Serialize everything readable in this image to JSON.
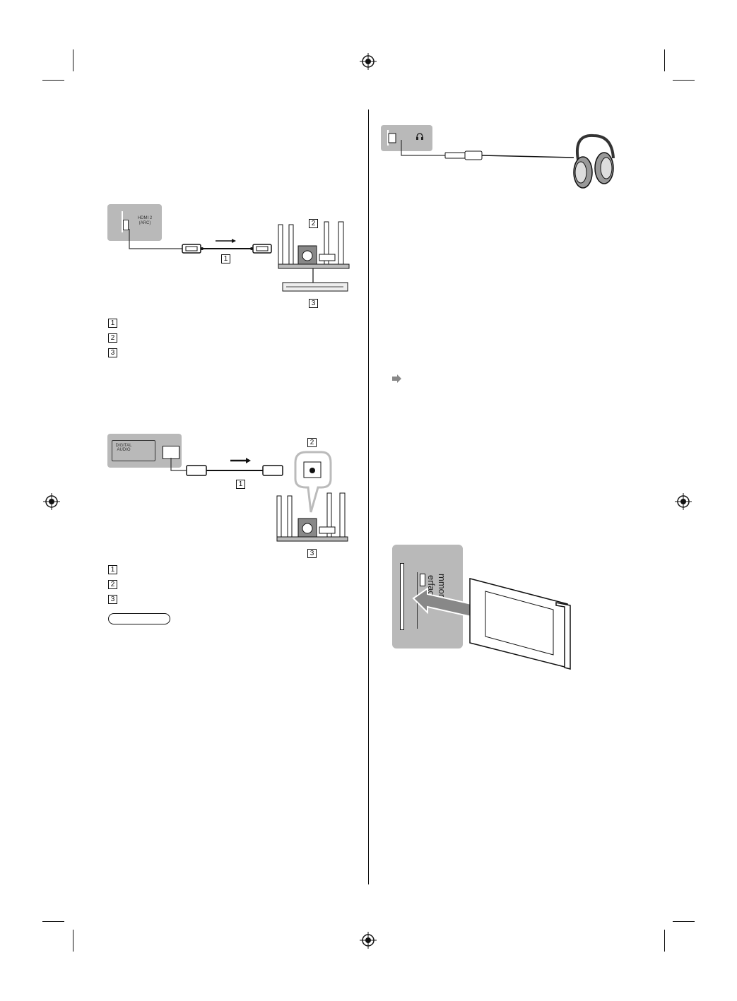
{
  "diagram_hdmi": {
    "port_label_1": "HDMI 2",
    "port_label_2": "(ARC)",
    "callouts": [
      "1",
      "2",
      "3"
    ]
  },
  "legend_hdmi": [
    "1",
    "2",
    "3"
  ],
  "diagram_optical": {
    "port_label_1": "DIGITAL",
    "port_label_2": "AUDIO",
    "callouts": [
      "1",
      "2",
      "3"
    ]
  },
  "legend_optical": [
    "1",
    "2",
    "3"
  ],
  "ci_diagram": {
    "slot_label_1": "mmon",
    "slot_label_2": "erface"
  }
}
